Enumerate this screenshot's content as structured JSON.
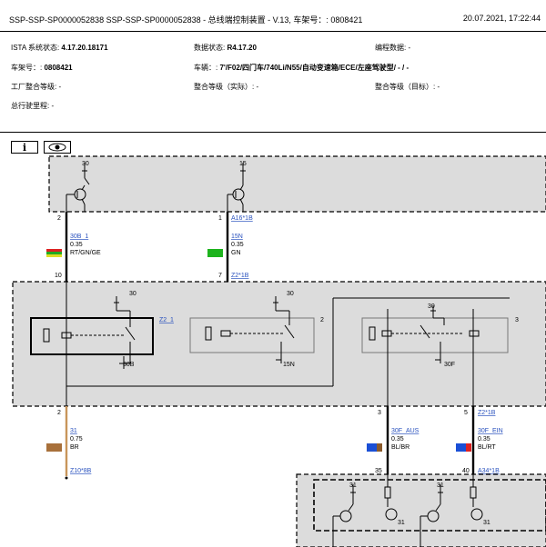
{
  "header": {
    "title": "SSP-SSP-SP0000052838 SSP-SSP-SP0000052838 - 总线端控制装置 - V.13, 车架号：: 0808421",
    "datetime": "20.07.2021, 17:22:44"
  },
  "info": {
    "ista_label": "ISTA 系统状态: ",
    "ista_value": "4.17.20.18171",
    "data_label": "数据状态: ",
    "data_value": "R4.17.20",
    "prog_label": "编程数据: -",
    "vin_label": "车架号：: ",
    "vin_value": "0808421",
    "vehicle_label": "车辆：: ",
    "vehicle_value": "7'/F02/四门车/740Li/N55/自动变速箱/ECE/左座驾驶型/ - / -",
    "factory_label": "工厂整合等级: -",
    "actual_label": "整合等级（实际）: -",
    "target_label": "整合等级（目标）: -",
    "mileage_label": "总行驶里程: -"
  },
  "toolbar": {
    "info_glyph": "i"
  },
  "diagram": {
    "top_terms": [
      "30",
      "15"
    ],
    "pin_a16": [
      "2",
      "1"
    ],
    "conn_a16": "A16*1B",
    "wire1": {
      "name": "30B_1",
      "size": "0.35",
      "color": "RT/GN/GE"
    },
    "wire2": {
      "name": "15N",
      "size": "0.35",
      "color": "GN"
    },
    "pin_z2": [
      "10",
      "7"
    ],
    "conn_z2": "Z2*1B",
    "relay_label": "Z2_1",
    "relay_terms": [
      "30",
      "30",
      "30"
    ],
    "relay_out": [
      "30B",
      "15N",
      "30F"
    ],
    "relay_idx": [
      "2",
      "3"
    ],
    "pin_mid": [
      "2",
      "3",
      "5"
    ],
    "conn_z2b": "Z2*1B",
    "wire3": {
      "name": "31",
      "size": "0.75",
      "color": "BR"
    },
    "wire4": {
      "name": "30F_AUS",
      "size": "0.35",
      "color": "BL/BR"
    },
    "wire5": {
      "name": "30F_EIN",
      "size": "0.35",
      "color": "BL/RT"
    },
    "conn_z10": "Z10*8B",
    "pin_a34": [
      "35",
      "40"
    ],
    "conn_a34": "A34*1B",
    "bottom_terms": [
      "31",
      "31"
    ],
    "ground_terms": [
      "31",
      "31"
    ]
  }
}
